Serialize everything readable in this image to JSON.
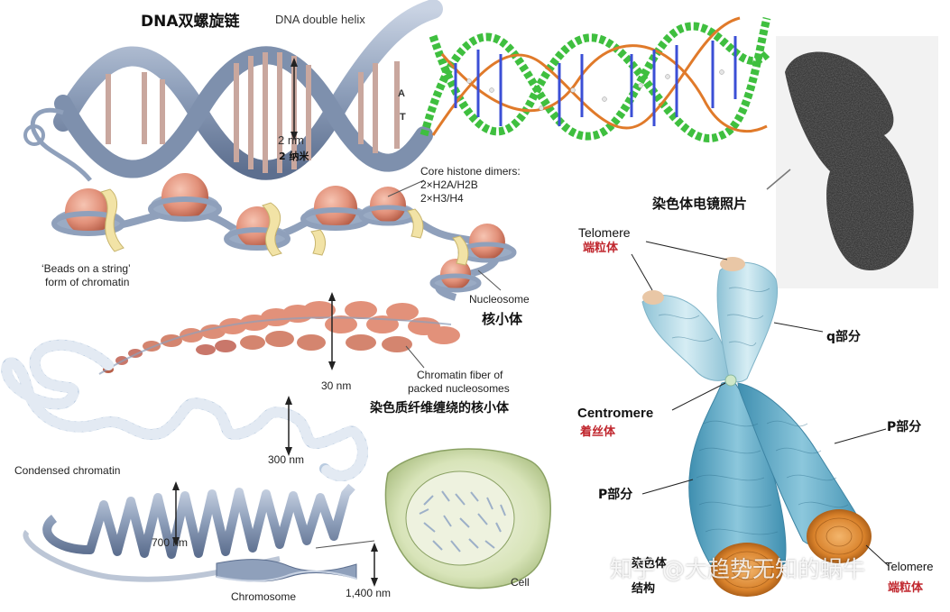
{
  "labels": {
    "dna_zh": "DNA双螺旋链",
    "dna_en": "DNA double helix",
    "width_2nm": "2 nm",
    "width_2nm_zh": "2 纳米",
    "base_a": "A",
    "base_t": "T",
    "core_histone_line1": "Core histone dimers:",
    "core_histone_line2": "2×H2A/H2B",
    "core_histone_line3": "2×H3/H4",
    "beads_line1": "‘Beads on a string’",
    "beads_line2": "form of chromatin",
    "nucleosome_en": "Nucleosome",
    "nucleosome_zh": "核小体",
    "nm_30": "30 nm",
    "fiber_line1": "Chromatin fiber of",
    "fiber_line2": "packed nucleosomes",
    "fiber_zh": "染色质纤维缠绕的核小体",
    "condensed": "Condensed chromatin",
    "nm_300": "300 nm",
    "nm_700": "700 nm",
    "chromosome": "Chromosome",
    "nm_1400": "1,400 nm",
    "cell": "Cell",
    "em_photo_zh": "染色体电镜照片",
    "telomere_top_en": "Telomere",
    "telomere_top_zh": "端粒体",
    "q_arm": "q部分",
    "centromere_en": "Centromere",
    "centromere_zh": "着丝体",
    "p_arm_right": "P部分",
    "p_arm_left": "P部分",
    "structure_line1": "染色体",
    "structure_line2": "结构",
    "telomere_bottom_en": "Telomere",
    "telomere_bottom_zh": "端粒体"
  },
  "watermark": "知乎 @大趋势无知的蜗牛",
  "colors": {
    "ribbon": "#8fa0bb",
    "ribbon_dark": "#5d6f8f",
    "histone": "#e2917a",
    "histone_dark": "#b8604a",
    "linker": "#f2e3a6",
    "chromatid": "#5fa6c2",
    "chromatid_light": "#b5dbe8",
    "telomere": "#d9822b",
    "cell_fill": "#d8e4b9",
    "nucleus_fill": "#eef2df",
    "em_gray": "#3a3a3a",
    "stick_green": "#3fbf3f",
    "stick_orange": "#e07a2a",
    "stick_blue": "#3b4fd6",
    "annotation_red": "#c0262d"
  }
}
